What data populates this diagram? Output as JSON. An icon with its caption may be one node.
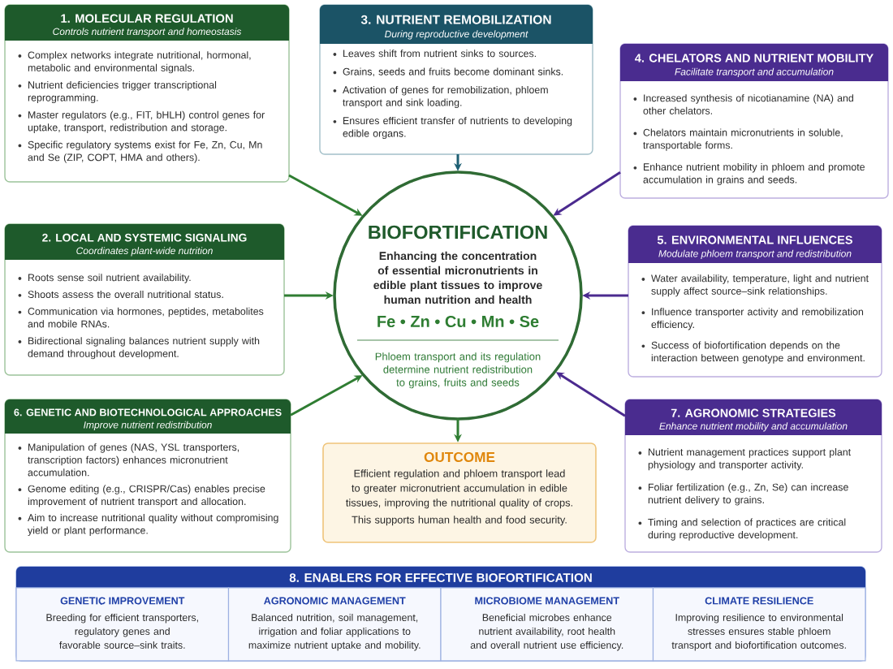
{
  "diagram": {
    "nodes": [
      {
        "text": [
          "1. MOLECULAR REGULATION",
          "Controls nutrient transport and homeostasis",
          "Complex networks integrate nutritional, hormonal, metabolic and environmental signals.",
          "Nutrient deficiencies trigger transcriptional reprogramming.",
          "Master regulators (e.g., FIT, bHLH) control genes for uptake, transport, redistribution and storage.",
          "Specific regulatory systems exist for Fe, Zn, Cu, Mn and Se (ZIP, COPT, HMA and others)."
        ]
      },
      {
        "text": [
          "3. NUTRIENT REMOBILIZATION",
          "During reproductive development",
          "Leaves shift from nutrient sinks to sources.",
          "Grains, seeds and fruits become dominant sinks.",
          "Activation of genes for remobilization, phloem transport and sink loading.",
          "Ensures efficient transfer of nutrients to developing edible organs."
        ]
      },
      {
        "text": [
          "4. CHELATORS AND NUTRIENT MOBILITY",
          "Facilitate transport and accumulation",
          "Increased synthesis of nicotianamine (NA) and other chelators.",
          "Chelators maintain micronutrients in soluble, transportable forms.",
          "Enhance nutrient mobility in phloem and promote accumulation in grains and seeds."
        ]
      },
      {
        "text": [
          "2. LOCAL AND SYSTEMIC SIGNALING",
          "Coordinates plant-wide nutrition",
          "Roots sense soil nutrient availability.",
          "Shoots assess the overall nutritional status.",
          "Communication via hormones, peptides, metabolites and mobile RNAs.",
          "Bidirectional signaling balances nutrient supply with demand throughout development."
        ]
      },
      {
        "text": [
          "BIOFORTIFICATION",
          "Enhancing the concentration of essential micronutrients in edible plant tissues to improve human nutrition and health",
          "Fe • Zn • Cu • Mn • Se",
          "Phloem transport and its regulation determine nutrient redistribution to grains, fruits and seeds"
        ]
      },
      {
        "text": [
          "5. ENVIRONMENTAL INFLUENCES",
          "Modulate phloem transport and redistribution",
          "Water availability, temperature, light and nutrient supply affect source–sink relationships.",
          "Influence transporter activity and remobilization efficiency.",
          "Success of biofortification depends on the interaction between genotype and environment."
        ]
      },
      {
        "text": [
          "6. GENETIC AND BIOTECHNOLOGICAL APPROACHES",
          "Improve nutrient redistribution",
          "Manipulation of genes (NAS, YSL transporters, transcription factors) enhances micronutrient accumulation.",
          "Genome editing (e.g., CRISPR/Cas) enables precise improvement of nutrient transport and allocation.",
          "Aim to increase nutritional quality without compromising yield or plant performance."
        ]
      },
      {
        "text": [
          "7. AGRONOMIC STRATEGIES",
          "Enhance nutrient mobility and accumulation",
          "Nutrient management practices support plant physiology and transporter activity.",
          "Foliar fertilization (e.g., Zn, Se) can increase nutrient delivery to grains.",
          "Timing and selection of practices are critical during reproductive development."
        ]
      },
      {
        "text": [
          "OUTCOME",
          "Efficient regulation and phloem transport lead to greater micronutrient accumulation in edible tissues, improving the nutritional quality of crops.",
          "This supports human health and food security."
        ]
      },
      {
        "text": [
          "8. ENABLERS FOR EFFECTIVE BIOFORTIFICATION"
        ]
      },
      {
        "text": [
          "GENETIC IMPROVEMENT",
          "Breeding for efficient transporters, regulatory genes and favorable source–sink traits."
        ],
        "in": 9
      },
      {
        "text": [
          "AGRONOMIC MANAGEMENT",
          "Balanced nutrition, soil management, irrigation and foliar applications to maximize nutrient uptake and mobility."
        ],
        "in": 9
      },
      {
        "text": [
          "MICROBIOME MANAGEMENT",
          "Beneficial microbes enhance nutrient availability, root health and overall nutrient use efficiency."
        ],
        "in": 9
      },
      {
        "text": [
          "CLIMATE RESILIENCE",
          "Improving resilience to environmental stresses ensures stable phloem transport and biofortification outcomes."
        ],
        "in": 9
      }
    ],
    "edges": [
      {
        "from": 0,
        "to": 4,
        "arrow": "to"
      },
      {
        "from": 1,
        "to": 4,
        "arrow": "to",
        "color": "#1e5f73"
      },
      {
        "from": 2,
        "to": 4,
        "arrow": "to",
        "color": "#4b2a8f"
      },
      {
        "from": 3,
        "to": 4,
        "arrow": "to"
      },
      {
        "from": 5,
        "to": 4,
        "arrow": "to",
        "color": "#4b2a8f"
      },
      {
        "from": 6,
        "to": 4,
        "arrow": "to"
      },
      {
        "from": 7,
        "to": 4,
        "arrow": "to",
        "color": "#4b2a8f"
      },
      {
        "from": 4,
        "to": 8,
        "arrow": "to"
      }
    ]
  }
}
